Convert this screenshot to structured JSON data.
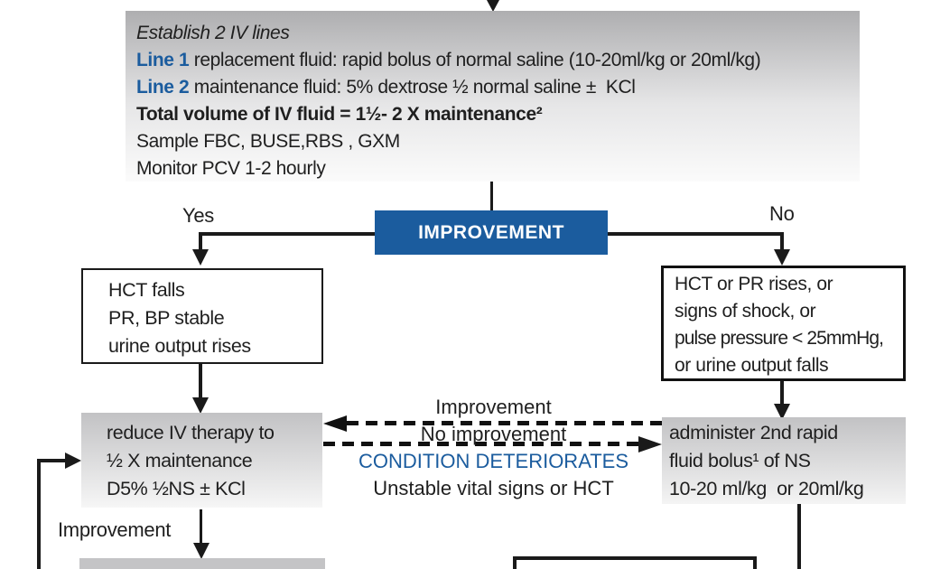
{
  "palette": {
    "blue": "#1b5c9e",
    "ink": "#1f1f1f",
    "box_gray_top": "#c2c2c4",
    "box_gray_bottom": "#f6f6f6"
  },
  "top_box": {
    "title": "Establish 2 IV lines",
    "line1_label": "Line 1",
    "line1_text": " replacement fluid: rapid bolus of normal saline (10-20ml/kg or 20ml/kg)",
    "line2_label": "Line 2",
    "line2_text": " maintenance fluid: 5% dextrose ½ normal saline ±  KCl",
    "total_line": "Total volume of IV fluid = 1½- 2 X maintenance²",
    "sample_line": "Sample FBC, BUSE,RBS , GXM",
    "monitor_line": "Monitor PCV 1-2 hourly"
  },
  "decision": {
    "label": "IMPROVEMENT",
    "yes": "Yes",
    "no": "No"
  },
  "left_condition_box": {
    "lines": [
      "HCT falls",
      "PR, BP stable",
      "urine output rises"
    ]
  },
  "right_condition_box": {
    "lines": [
      "HCT or PR rises, or",
      "signs of shock, or",
      "pulse pressure < 25mmHg,",
      "or urine output falls"
    ]
  },
  "left_action_box": {
    "lines": [
      "reduce IV therapy to",
      "½ X maintenance",
      "D5% ½NS ± KCl"
    ]
  },
  "right_action_box": {
    "lines": [
      "administer 2nd rapid",
      "fluid bolus¹ of NS",
      "10-20 ml/kg  or 20ml/kg"
    ]
  },
  "feedback_labels": {
    "improvement": "Improvement",
    "no_improvement": "No improvement",
    "condition_deteriorates": "CONDITION DETERIORATES",
    "unstable": "Unstable vital signs or HCT"
  },
  "bottom": {
    "improvement": "Improvement"
  }
}
